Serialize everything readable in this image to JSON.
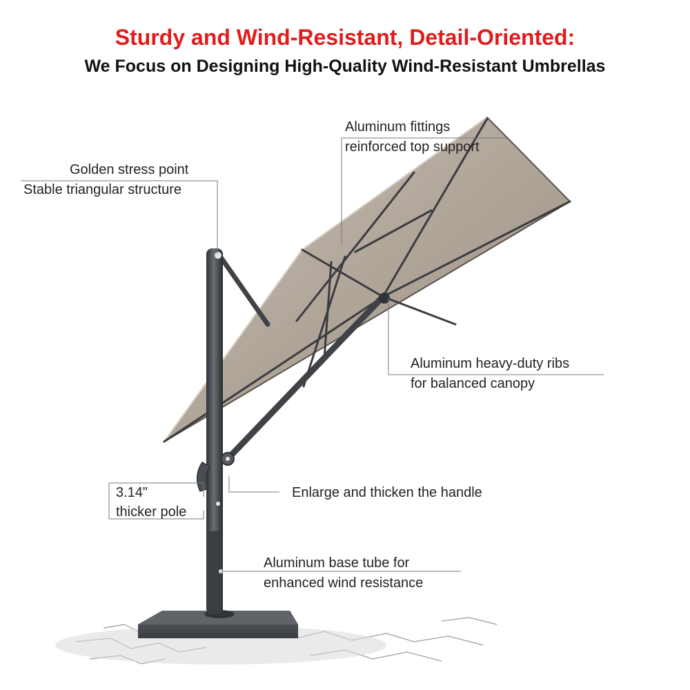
{
  "headline": {
    "title": "Sturdy and Wind-Resistant, Detail-Oriented:",
    "subtitle": "We Focus on Designing High-Quality Wind-Resistant Umbrellas"
  },
  "callouts": {
    "top_support": {
      "line1": "Aluminum fittings",
      "line2": "reinforced top support"
    },
    "stress_point": {
      "line1": "Golden stress point",
      "line2": "Stable triangular structure"
    },
    "ribs": {
      "line1": "Aluminum heavy-duty ribs",
      "line2": "for balanced canopy"
    },
    "pole": {
      "line1": "3.14\"",
      "line2": "thicker pole"
    },
    "handle": {
      "line1": "Enlarge and thicken the handle"
    },
    "base_tube": {
      "line1": "Aluminum base tube for",
      "line2": "enhanced wind resistance"
    }
  },
  "colors": {
    "title_red": "#e21b1b",
    "canopy": "#a89c91",
    "canopy_light": "#c4bab0",
    "frame": "#3f4246",
    "base": "#4a4d52"
  }
}
